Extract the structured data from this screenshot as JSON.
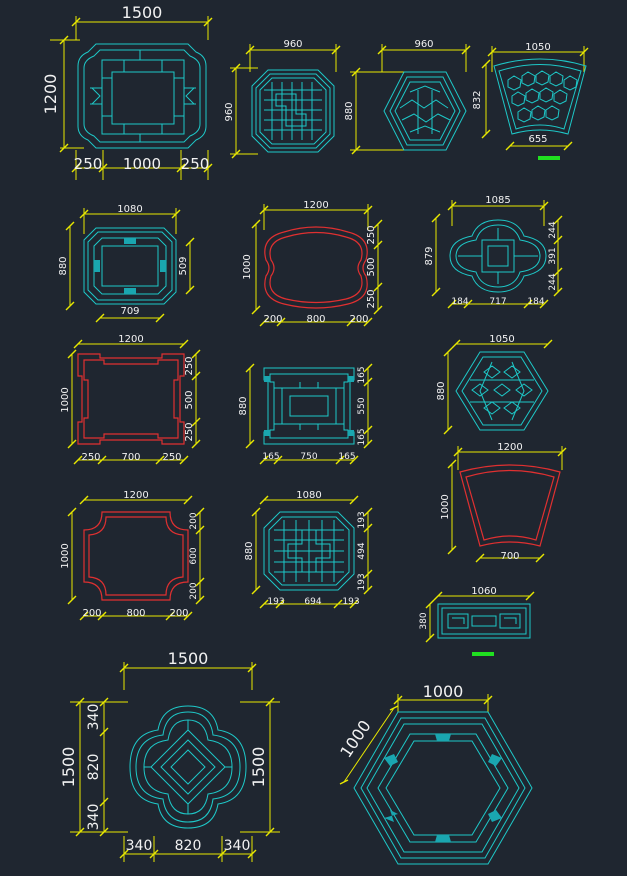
{
  "colors": {
    "background": "#1f2630",
    "shape_cyan": "#1ec8c8",
    "shape_red": "#e03030",
    "dimension_yellow": "#e8e800",
    "tag_green": "#20e020",
    "text": "#f2f2f2"
  },
  "panels": {
    "p1": {
      "w": "1500",
      "h": "1200",
      "b1": "250",
      "b2": "1000",
      "b3": "250"
    },
    "p2": {
      "w": "960",
      "h": "960"
    },
    "p3": {
      "w": "960",
      "h": "880"
    },
    "p4": {
      "w": "1050",
      "h": "832",
      "b": "655"
    },
    "p5": {
      "w": "1080",
      "h": "880",
      "r": "509",
      "b": "709"
    },
    "p6": {
      "w": "1200",
      "h": "1000",
      "r1": "250",
      "r2": "500",
      "r3": "250",
      "b1": "200",
      "b2": "800",
      "b3": "200"
    },
    "p7": {
      "w": "1085",
      "h": "879",
      "r1": "244",
      "r2": "391",
      "r3": "244",
      "b1": "184",
      "b2": "717",
      "b3": "184"
    },
    "p8": {
      "w": "1200",
      "h": "1000",
      "r1": "250",
      "r2": "500",
      "r3": "250",
      "b1": "250",
      "b2": "700",
      "b3": "250"
    },
    "p9": {
      "h": "880",
      "r1": "165",
      "r2": "550",
      "r3": "165",
      "b1": "165",
      "b2": "750",
      "b3": "165"
    },
    "p10": {
      "w": "1050",
      "h": "880"
    },
    "p11": {
      "w": "1200",
      "h": "1000",
      "b": "700"
    },
    "p12": {
      "w": "1200",
      "h": "1000",
      "r1": "200",
      "r2": "600",
      "r3": "200",
      "b1": "200",
      "b2": "800",
      "b3": "200"
    },
    "p13": {
      "w": "1080",
      "h": "880",
      "r1": "193",
      "r2": "494",
      "r3": "193",
      "b1": "193",
      "b2": "694",
      "b3": "193"
    },
    "p14": {
      "w": "1060",
      "h": "380"
    },
    "p15": {
      "w": "1500",
      "h": "1500",
      "l1": "340",
      "l2": "820",
      "l3": "340",
      "b1": "340",
      "b2": "820",
      "b3": "340",
      "r": "1500"
    },
    "p16": {
      "w": "1000",
      "s": "1000"
    }
  }
}
